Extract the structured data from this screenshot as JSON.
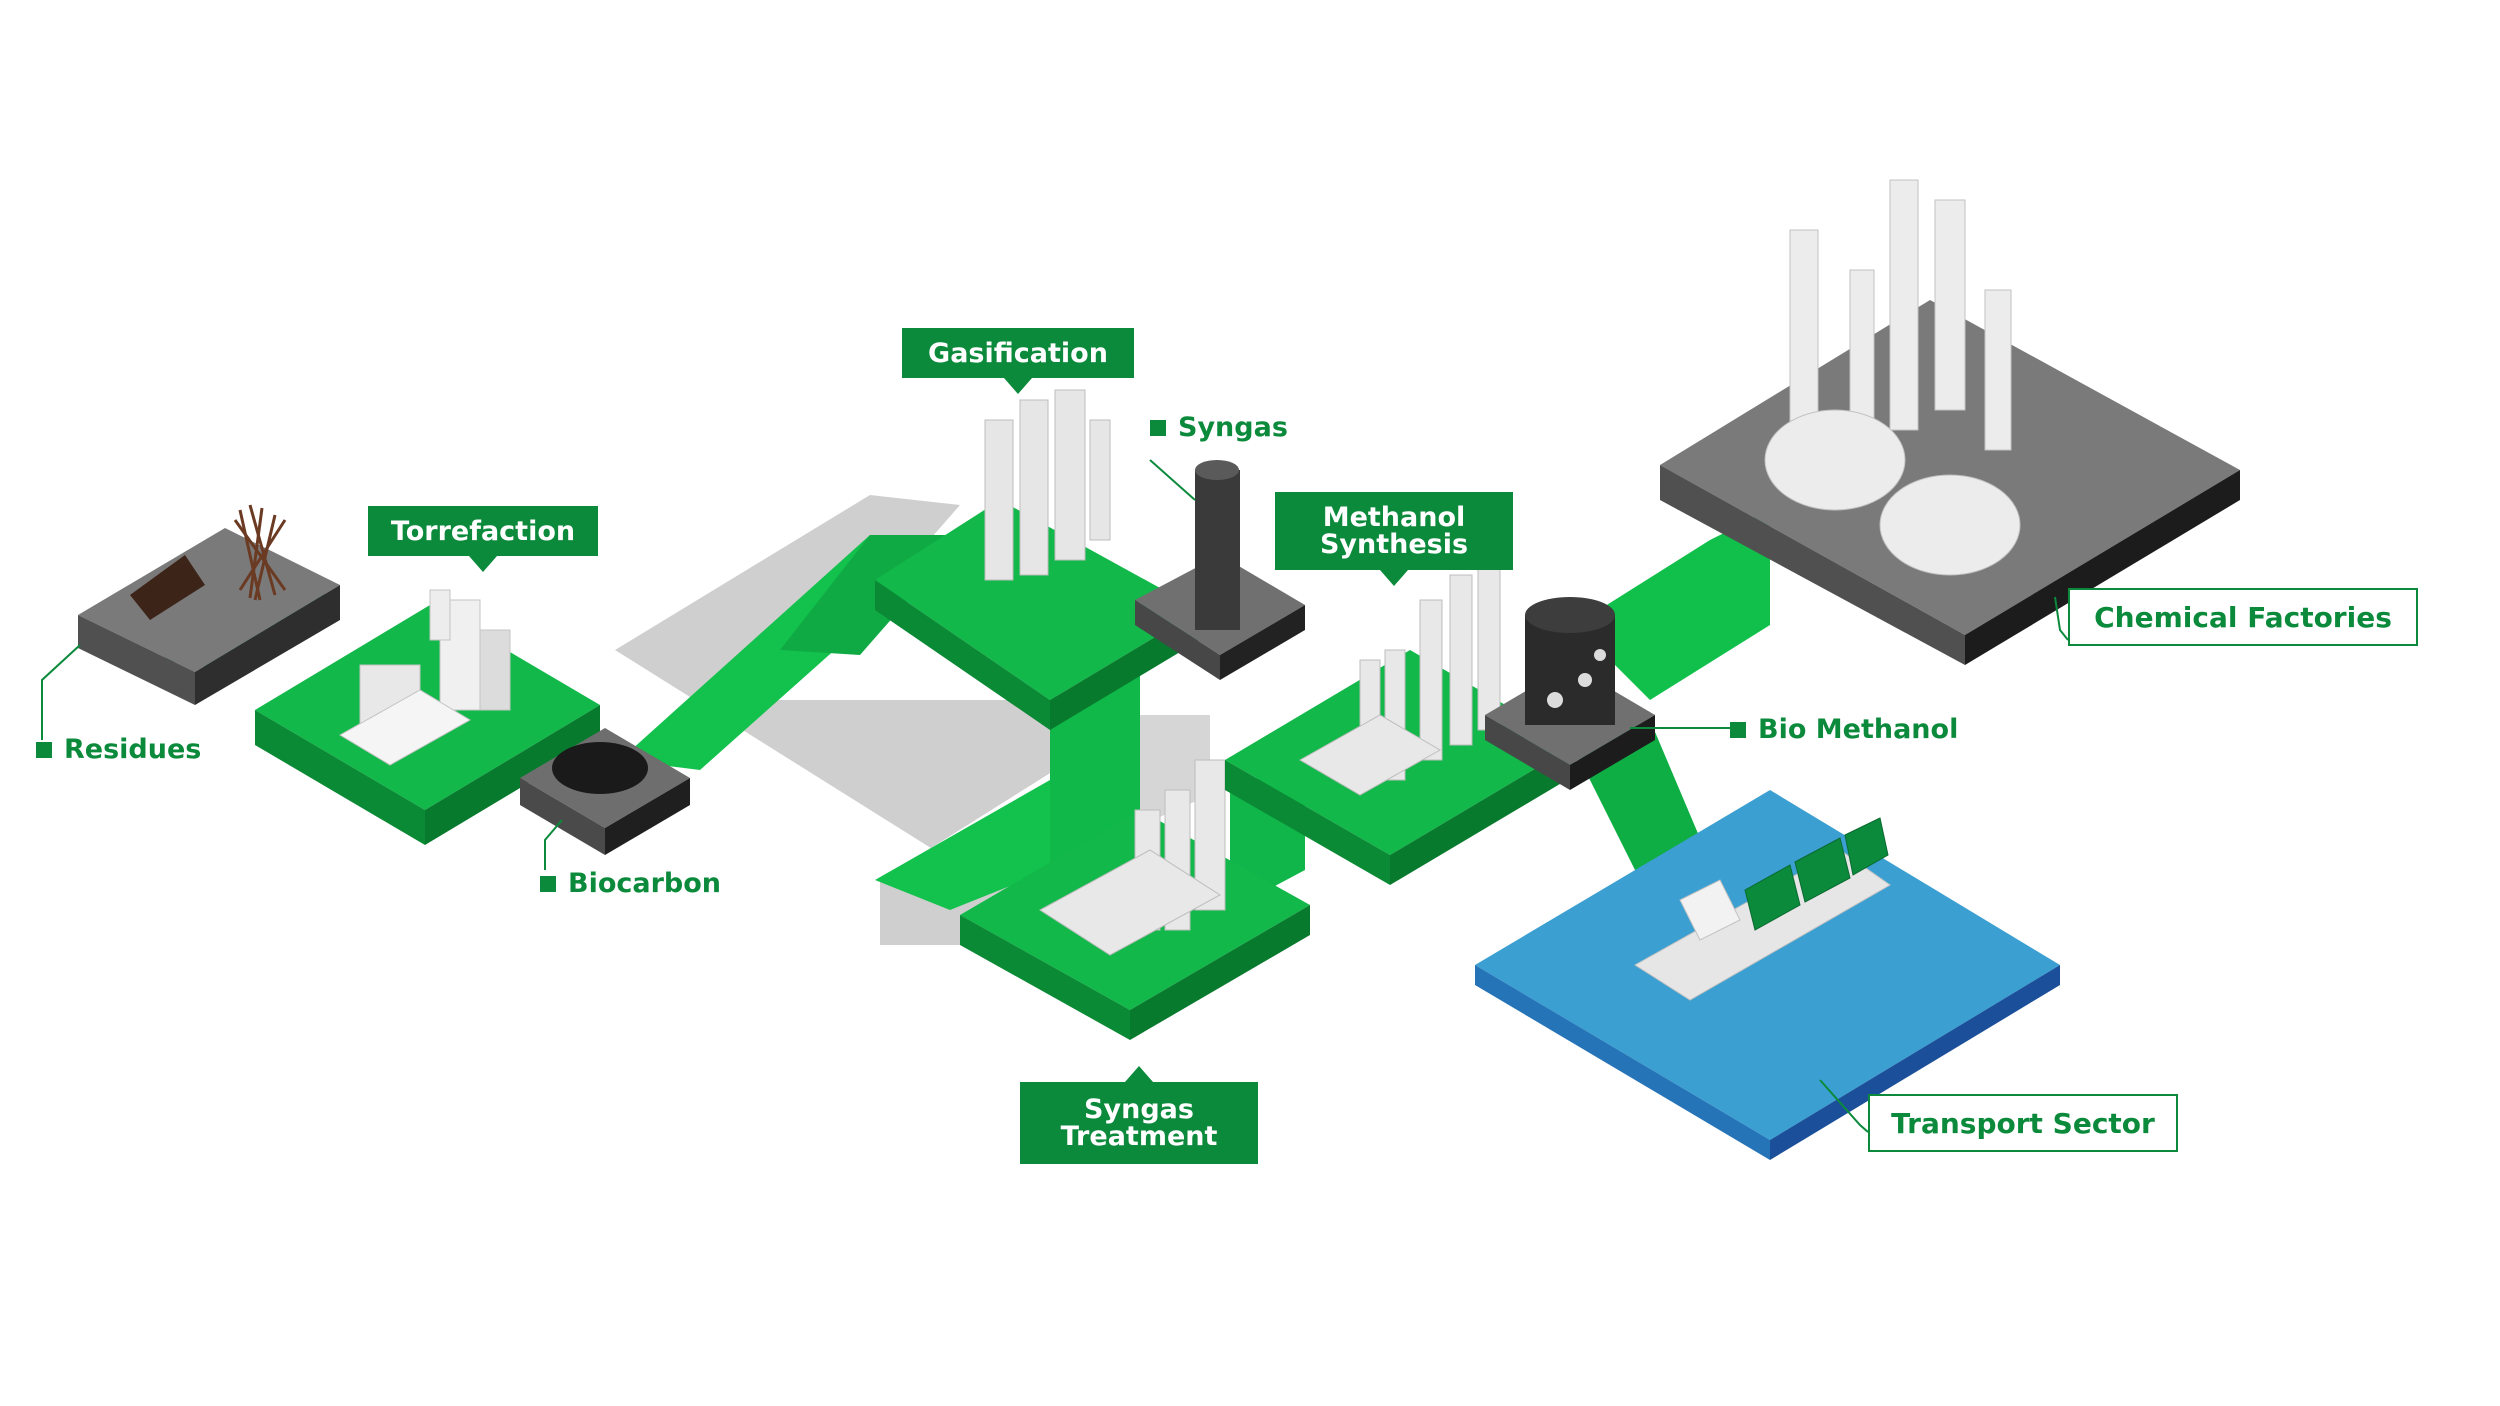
{
  "steps": {
    "torrefaction": "Torrefaction",
    "gasification": "Gasification",
    "methanol_line1": "Methanol",
    "methanol_line2": "Synthesis",
    "syngas_treatment_line1": "Syngas",
    "syngas_treatment_line2": "Treatment"
  },
  "products": {
    "residues": "Residues",
    "biocarbon": "Biocarbon",
    "syngas": "Syngas",
    "bio_methanol": "Bio Methanol"
  },
  "destinations": {
    "chemical_factories": "Chemical Factories",
    "transport_sector": "Transport Sector"
  },
  "colors": {
    "brand_green": "#0b8a3c",
    "flow_green": "#10c04a",
    "water_blue": "#3b9fd1",
    "platform_gray": "#6e6e6e",
    "equipment_white": "#e8e8e8"
  }
}
